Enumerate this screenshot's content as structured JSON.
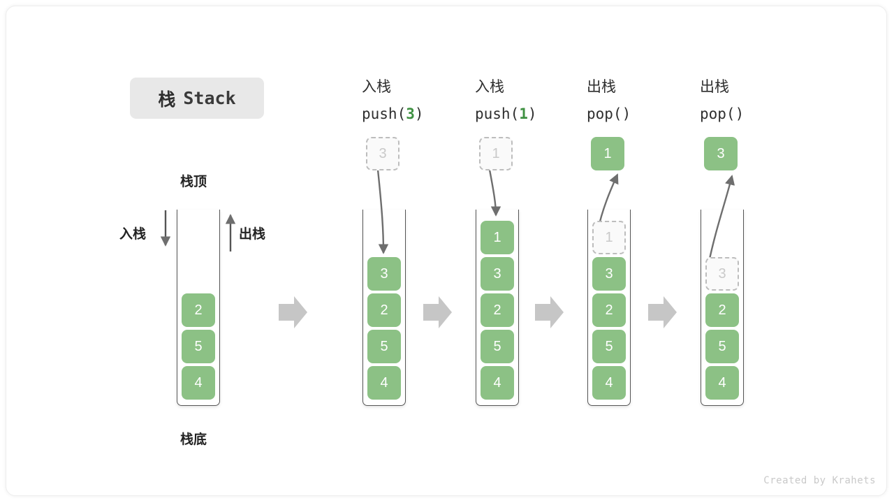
{
  "title_chip": {
    "cjk": "栈",
    "latin": "Stack"
  },
  "credit": "Created by Krahets",
  "colors": {
    "cell_fill": "#8cc185",
    "ghost_border": "#bdbdbd",
    "accent_green": "#3f9142",
    "arrow_gray": "#6e6e6e",
    "flow_arrow": "#c6c6c6",
    "chip_bg": "#e8e8e8"
  },
  "left_stack": {
    "top_label": "栈顶",
    "bottom_label": "栈底",
    "push_label": "入栈",
    "pop_label": "出栈",
    "cells": [
      "2",
      "5",
      "4"
    ]
  },
  "columns": [
    {
      "id": "push-3",
      "head_line1": "入栈",
      "head_line2_prefix": "push(",
      "head_line2_arg": "3",
      "head_line2_suffix": ")",
      "floating": {
        "value": "3",
        "style": "ghost",
        "position": "above"
      },
      "cells": [
        "3",
        "2",
        "5",
        "4"
      ],
      "ghost_index": -1
    },
    {
      "id": "push-1",
      "head_line1": "入栈",
      "head_line2_prefix": "push(",
      "head_line2_arg": "1",
      "head_line2_suffix": ")",
      "floating": {
        "value": "1",
        "style": "ghost",
        "position": "above"
      },
      "cells": [
        "1",
        "3",
        "2",
        "5",
        "4"
      ],
      "ghost_index": -1
    },
    {
      "id": "pop-1",
      "head_line1": "出栈",
      "head_line2_prefix": "pop(",
      "head_line2_arg": "",
      "head_line2_suffix": ")",
      "floating": {
        "value": "1",
        "style": "filled",
        "position": "above"
      },
      "cells": [
        "1",
        "3",
        "2",
        "5",
        "4"
      ],
      "ghost_index": 0
    },
    {
      "id": "pop-3",
      "head_line1": "出栈",
      "head_line2_prefix": "pop(",
      "head_line2_arg": "",
      "head_line2_suffix": ")",
      "floating": {
        "value": "3",
        "style": "filled",
        "position": "above"
      },
      "cells": [
        "3",
        "2",
        "5",
        "4"
      ],
      "ghost_index": 0
    }
  ]
}
